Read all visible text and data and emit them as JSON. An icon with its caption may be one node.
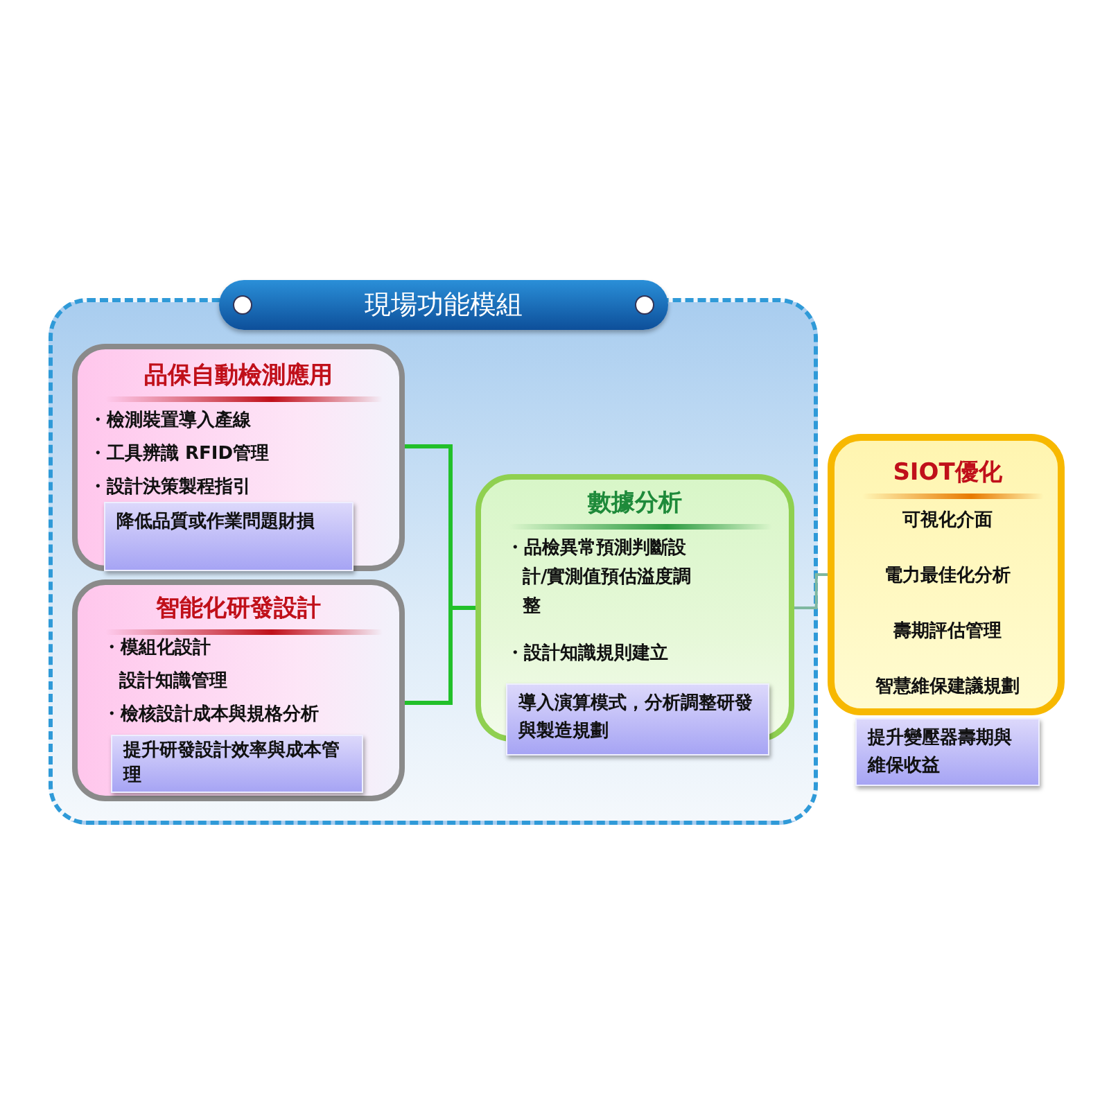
{
  "diagram": {
    "nodes": [
      {
        "text": [
          "現場功能模組"
        ]
      },
      {
        "text": [
          "品保自動檢測應用",
          "・檢測裝置導入產線",
          "・工具辨識 RFID管理",
          "・設計決策製程指引"
        ],
        "in": 0
      },
      {
        "text": [
          "降低品質或作業問題財損"
        ],
        "in": 1
      },
      {
        "text": [
          "智能化研發設計",
          "・模組化設計",
          "設計知識管理",
          "・檢核設計成本與規格分析"
        ],
        "in": 0
      },
      {
        "text": [
          "提升研發設計效率與成本管理"
        ],
        "in": 3
      },
      {
        "text": [
          "數據分析",
          "・品檢異常預測判斷設計/實測值預估溢度調整",
          "・設計知識規則建立"
        ],
        "in": 0
      },
      {
        "text": [
          "導入演算模式，分析調整研發與製造規劃"
        ],
        "in": 5
      },
      {
        "text": [
          "SIOT優化",
          "可視化介面",
          "電力最佳化分析",
          "壽期評估管理",
          "智慧維保建議規劃"
        ]
      },
      {
        "text": [
          "提升變壓器壽期與維保收益"
        ]
      }
    ],
    "edges": [
      {
        "from": 1,
        "to": 5,
        "arrow": "none"
      },
      {
        "from": 3,
        "to": 5,
        "arrow": "none"
      },
      {
        "from": 5,
        "to": 7,
        "arrow": "none",
        "color": "#7fb8a0"
      }
    ]
  }
}
